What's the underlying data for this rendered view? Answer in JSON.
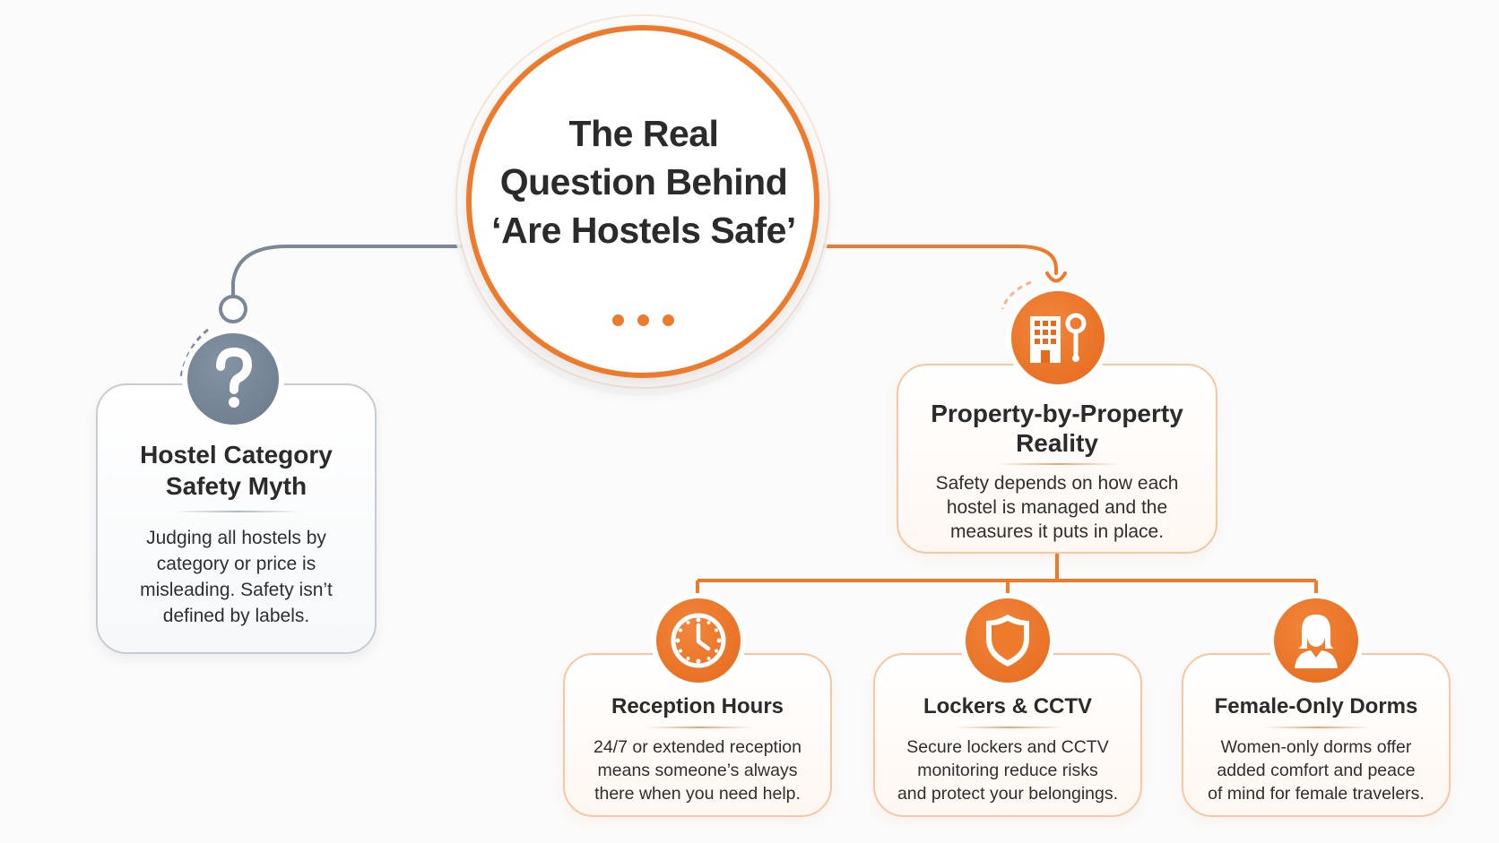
{
  "center": {
    "title_lines": [
      "The Real",
      "Question Behind",
      "‘Are Hostels Safe’"
    ]
  },
  "myth": {
    "icon": "question-mark-icon",
    "title_lines": [
      "Hostel Category",
      "Safety Myth"
    ],
    "desc_lines": [
      "Judging all hostels by",
      "category or price is",
      "misleading. Safety isn’t",
      "defined by labels."
    ]
  },
  "reality": {
    "icon": "building-location-icon",
    "title_lines": [
      "Property-by-Property",
      "Reality"
    ],
    "desc_lines": [
      "Safety depends on how each",
      "hostel is managed and the",
      "measures it puts in place."
    ]
  },
  "factors": [
    {
      "icon": "clock-icon",
      "title": "Reception Hours",
      "desc_lines": [
        "24/7 or extended reception",
        "means someone’s always",
        "there when you need help."
      ]
    },
    {
      "icon": "shield-icon",
      "title": "Lockers & CCTV",
      "desc_lines": [
        "Secure lockers and CCTV",
        "monitoring reduce risks",
        "and protect your belongings."
      ]
    },
    {
      "icon": "woman-icon",
      "title": "Female-Only Dorms",
      "desc_lines": [
        "Women-only dorms offer",
        "added comfort and peace",
        "of mind for female travelers."
      ]
    }
  ],
  "colors": {
    "accent": "#ee7a2b",
    "neutral": "#7b8898",
    "text": "#2b2b2b"
  }
}
